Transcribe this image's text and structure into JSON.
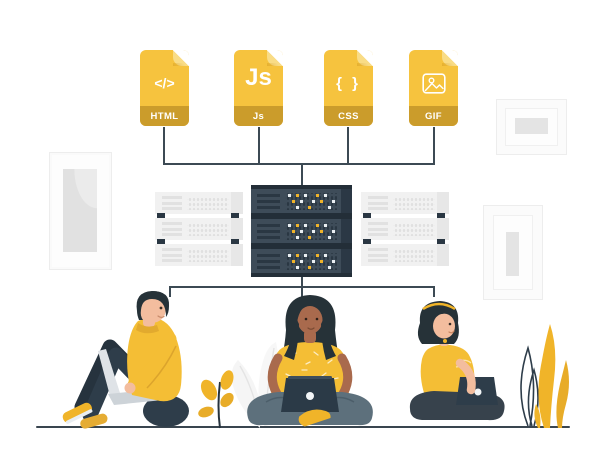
{
  "file_icons": {
    "items": [
      {
        "label": "HTML",
        "glyph": "</>"
      },
      {
        "label": "Js",
        "glyph": "Js"
      },
      {
        "label": "CSS",
        "glyph": "{ }"
      },
      {
        "label": "GIF",
        "glyph": "image"
      }
    ]
  },
  "colors": {
    "icon_yellow": "#F6C33E",
    "icon_band_gold": "#CB9C2B",
    "icon_fold_light": "#F9DC86",
    "accent_yellow": "#F0B429",
    "shirt_yellow": "#F4BE35",
    "dark_navy": "#2E3D4A",
    "hair_dark": "#263238",
    "server_face": "#3E4C59",
    "server_cap": "#232E38",
    "led_yellow": "#F0B429",
    "led_white": "#E9EEF2",
    "rack_light_face": "#F1F1F1",
    "rack_light_side": "#E7E7E7",
    "connector_line": "#3C4A54",
    "skin_light": "#F3BD9E",
    "skin_brown": "#A96A4D",
    "pants_blue_gray": "#5D707C",
    "frame_white": "#FDFDFD",
    "background": "#FFFFFF"
  }
}
